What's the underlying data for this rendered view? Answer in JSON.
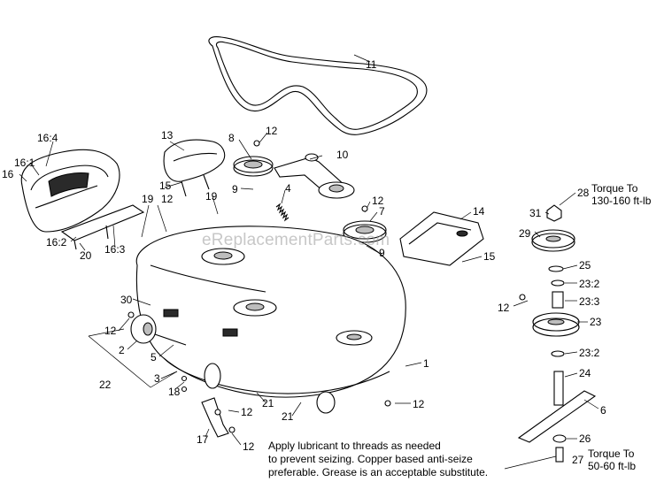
{
  "diagram": {
    "watermark": "eReplacementParts.com",
    "note": [
      "Apply lubricant to threads as needed",
      "to prevent seizing. Copper based anti-seize",
      "preferable. Grease is an acceptable substitute."
    ],
    "torque_upper": [
      "Torque To",
      "130-160 ft-lb"
    ],
    "torque_lower": [
      "Torque To",
      "50-60 ft-lb"
    ],
    "callouts": [
      {
        "text": "11"
      },
      {
        "text": "16:4"
      },
      {
        "text": "16:1"
      },
      {
        "text": "16"
      },
      {
        "text": "13"
      },
      {
        "text": "8"
      },
      {
        "text": "12"
      },
      {
        "text": "10"
      },
      {
        "text": "15"
      },
      {
        "text": "9"
      },
      {
        "text": "4"
      },
      {
        "text": "12"
      },
      {
        "text": "7"
      },
      {
        "text": "14"
      },
      {
        "text": "19"
      },
      {
        "text": "12"
      },
      {
        "text": "19"
      },
      {
        "text": "16:2"
      },
      {
        "text": "20"
      },
      {
        "text": "16:3"
      },
      {
        "text": "9"
      },
      {
        "text": "15"
      },
      {
        "text": "28"
      },
      {
        "text": "31"
      },
      {
        "text": "29"
      },
      {
        "text": "25"
      },
      {
        "text": "23:2"
      },
      {
        "text": "23:3"
      },
      {
        "text": "12"
      },
      {
        "text": "23"
      },
      {
        "text": "23:2"
      },
      {
        "text": "30"
      },
      {
        "text": "12"
      },
      {
        "text": "2"
      },
      {
        "text": "5"
      },
      {
        "text": "1"
      },
      {
        "text": "22"
      },
      {
        "text": "3"
      },
      {
        "text": "18"
      },
      {
        "text": "12"
      },
      {
        "text": "21"
      },
      {
        "text": "21"
      },
      {
        "text": "12"
      },
      {
        "text": "24"
      },
      {
        "text": "6"
      },
      {
        "text": "17"
      },
      {
        "text": "12"
      },
      {
        "text": "26"
      },
      {
        "text": "27"
      }
    ]
  }
}
